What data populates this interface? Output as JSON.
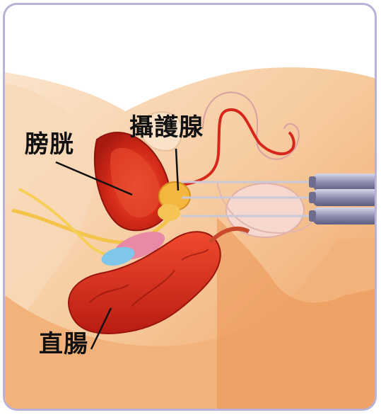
{
  "diagram": {
    "labels": {
      "bladder": "膀胱",
      "prostate": "攝護腺",
      "rectum": "直腸"
    },
    "colors": {
      "frame": "#b9b2d6",
      "skin": "#f6c79a",
      "organ_red": "#d7261a",
      "prostate": "#f1b33a",
      "needle": "#9a9ab8"
    }
  }
}
